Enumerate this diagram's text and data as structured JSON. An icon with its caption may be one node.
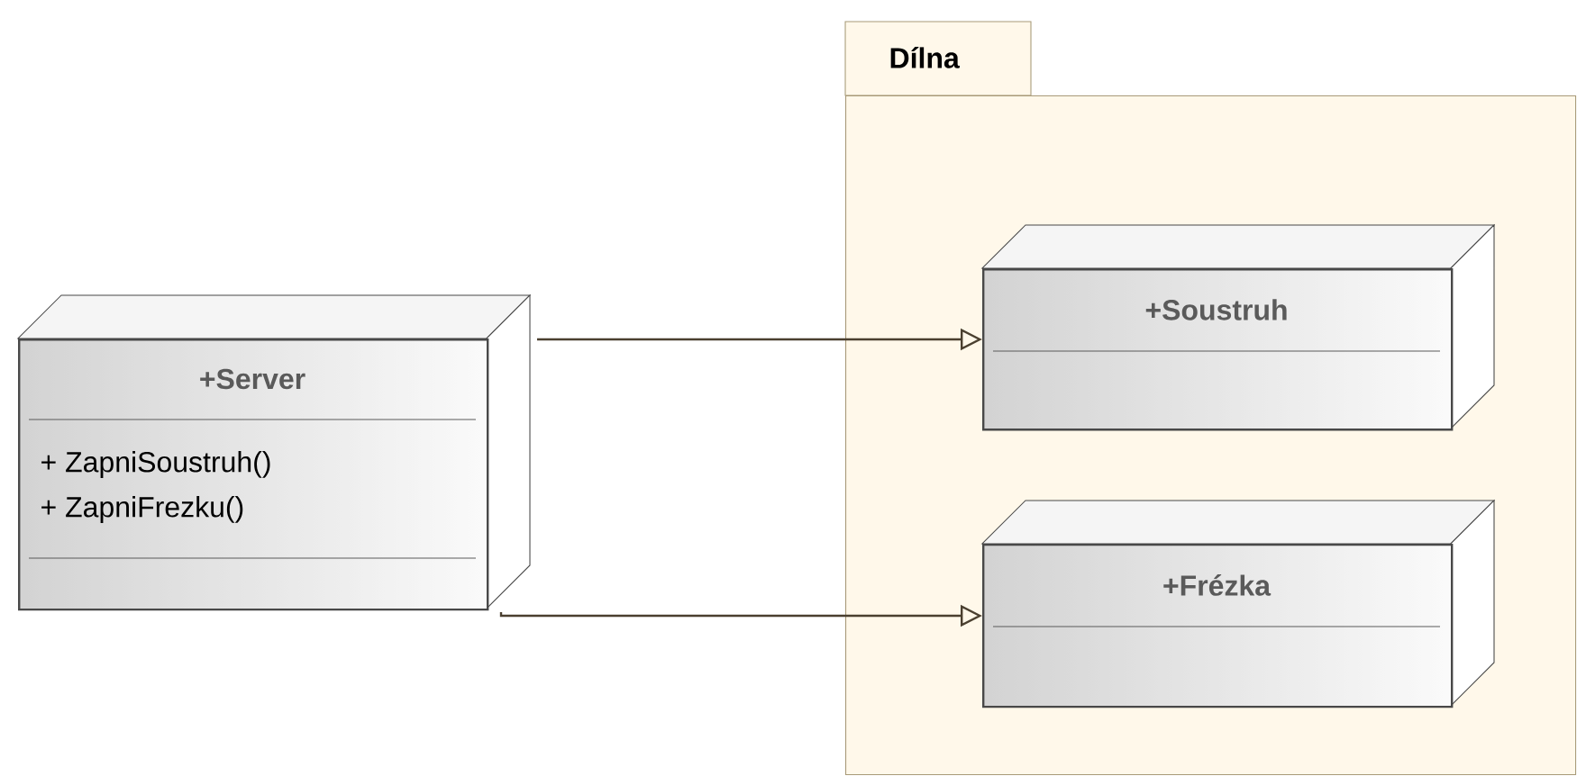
{
  "diagram": {
    "nodes": [
      {
        "text": [
          "Dílna"
        ]
      },
      {
        "text": [
          "+Server",
          "+ ZapniSoustruh()",
          "+ ZapniFrezku()"
        ]
      },
      {
        "text": [
          "+Soustruh"
        ],
        "in": 0
      },
      {
        "text": [
          "+Frézka"
        ],
        "in": 0
      }
    ],
    "edges": [
      {
        "from": 1,
        "to": 2,
        "arrow": "to"
      },
      {
        "from": 1,
        "to": 3,
        "arrow": "to"
      }
    ]
  }
}
